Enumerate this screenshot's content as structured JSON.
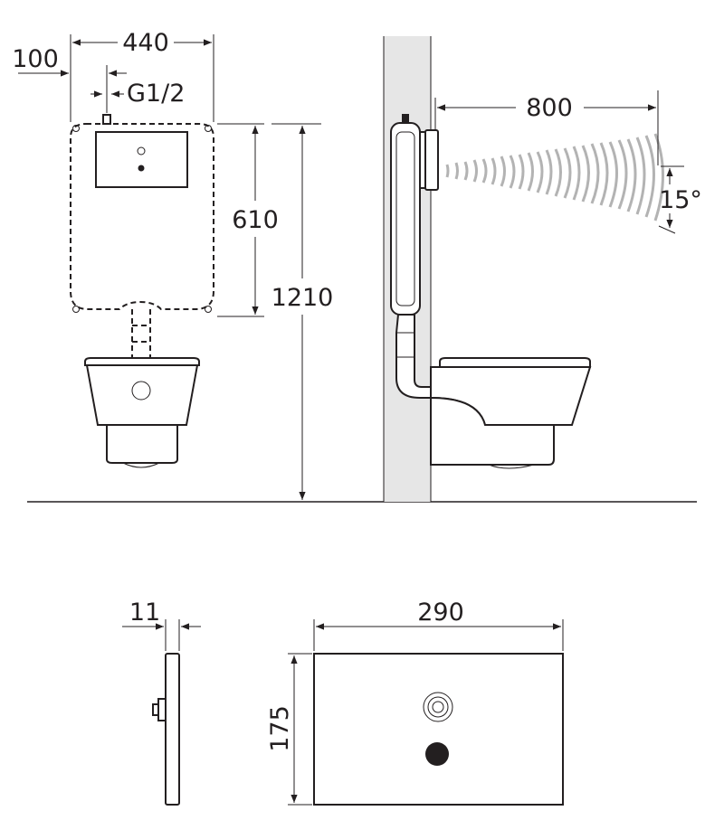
{
  "dimensions": {
    "width_frame": "440",
    "offset_inlet": "100",
    "inlet_thread": "G1/2",
    "cistern_height": "610",
    "total_height": "1210",
    "sensor_range": "800",
    "sensor_angle": "15°",
    "plate_thickness": "11",
    "plate_width": "290",
    "plate_height": "175"
  },
  "colors": {
    "line": "#231f20",
    "wall": "#e6e6e6",
    "sensor_cone": "#b3b3b3"
  }
}
